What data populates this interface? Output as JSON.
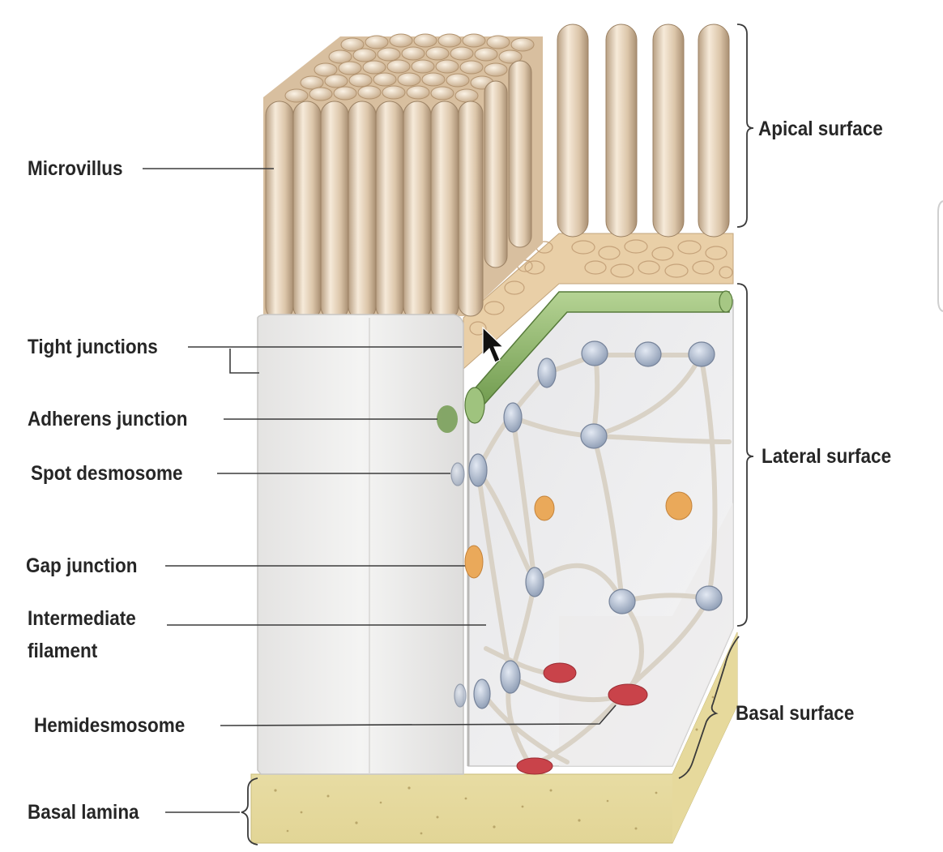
{
  "labels": {
    "microvillus": "Microvillus",
    "tight_junctions": "Tight junctions",
    "adherens_junction": "Adherens junction",
    "spot_desmosome": "Spot desmosome",
    "gap_junction": "Gap junction",
    "intermediate_filament_line1": "Intermediate",
    "intermediate_filament_line2": "filament",
    "hemidesmosome": "Hemidesmosome",
    "basal_lamina": "Basal lamina",
    "apical_surface": "Apical surface",
    "lateral_surface": "Lateral surface",
    "basal_surface": "Basal surface"
  },
  "colors": {
    "microvillus": "#d9c2a6",
    "cell_body": "#ecebea",
    "tight_junction_band": "#8fb36b",
    "desmosome": "#a9b8cf",
    "gap_junction": "#e5a95c",
    "hemidesmosome": "#c9434a",
    "basal_lamina": "#eee2a6",
    "text": "#262626"
  }
}
